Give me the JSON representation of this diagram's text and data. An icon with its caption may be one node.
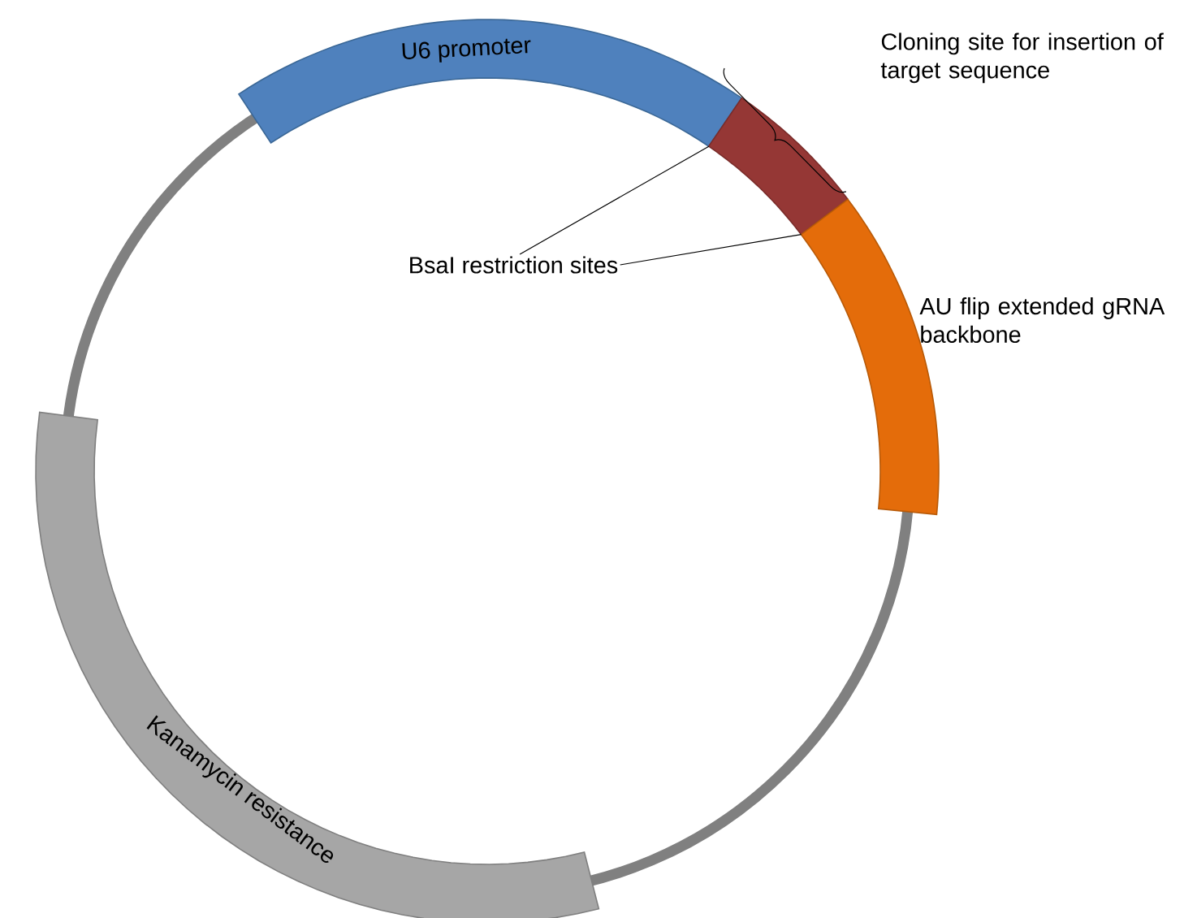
{
  "diagram": {
    "nodes": [
      {
        "text": [
          "U6 promoter"
        ]
      },
      {
        "text": [],
        "shape": "bar",
        "beside": [
          "Cloning site for insertion of target sequence"
        ]
      },
      {
        "text": [
          "AU flip extended gRNA backbone"
        ]
      },
      {
        "text": [
          "Kanamycin resistance"
        ]
      },
      {
        "text": [
          "BsaI restriction sites"
        ]
      }
    ],
    "edges": [
      {
        "from": 4,
        "to": 1,
        "arrow": "none"
      },
      {
        "from": 4,
        "to": 1,
        "arrow": "none"
      }
    ]
  }
}
